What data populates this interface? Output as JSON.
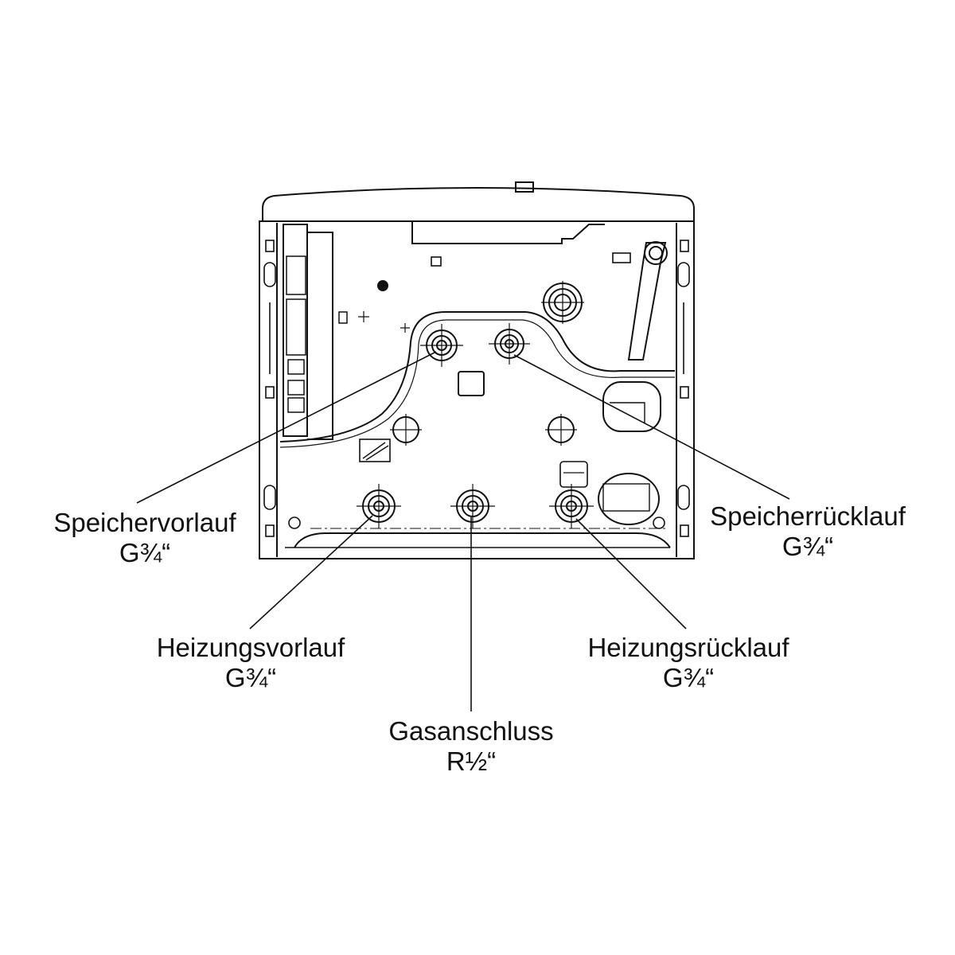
{
  "connections": {
    "speichervorlauf": {
      "name": "Speichervorlauf",
      "size": "G¾“"
    },
    "speicherruecklauf": {
      "name": "Speicherrücklauf",
      "size": "G¾“"
    },
    "heizungsvorlauf": {
      "name": "Heizungsvorlauf",
      "size": "G¾“"
    },
    "heizungsruecklauf": {
      "name": "Heizungsrücklauf",
      "size": "G¾“"
    },
    "gasanschluss": {
      "name": "Gasanschluss",
      "size": "R½“"
    }
  },
  "colors": {
    "line": "#111111",
    "background": "#ffffff"
  }
}
